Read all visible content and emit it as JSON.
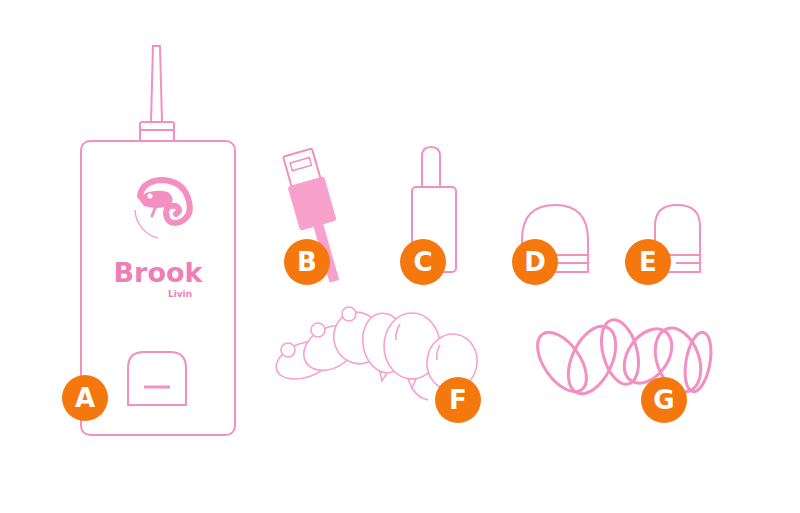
{
  "diagram": {
    "nodes": [
      {
        "text": [
          "Brook",
          "Livin"
        ]
      },
      {
        "text": [
          "A"
        ]
      },
      {
        "text": [
          "B"
        ]
      },
      {
        "text": [
          "C"
        ]
      },
      {
        "text": [
          "D"
        ]
      },
      {
        "text": [
          "E"
        ]
      },
      {
        "text": [
          "F"
        ]
      },
      {
        "text": [
          "G"
        ]
      }
    ]
  }
}
